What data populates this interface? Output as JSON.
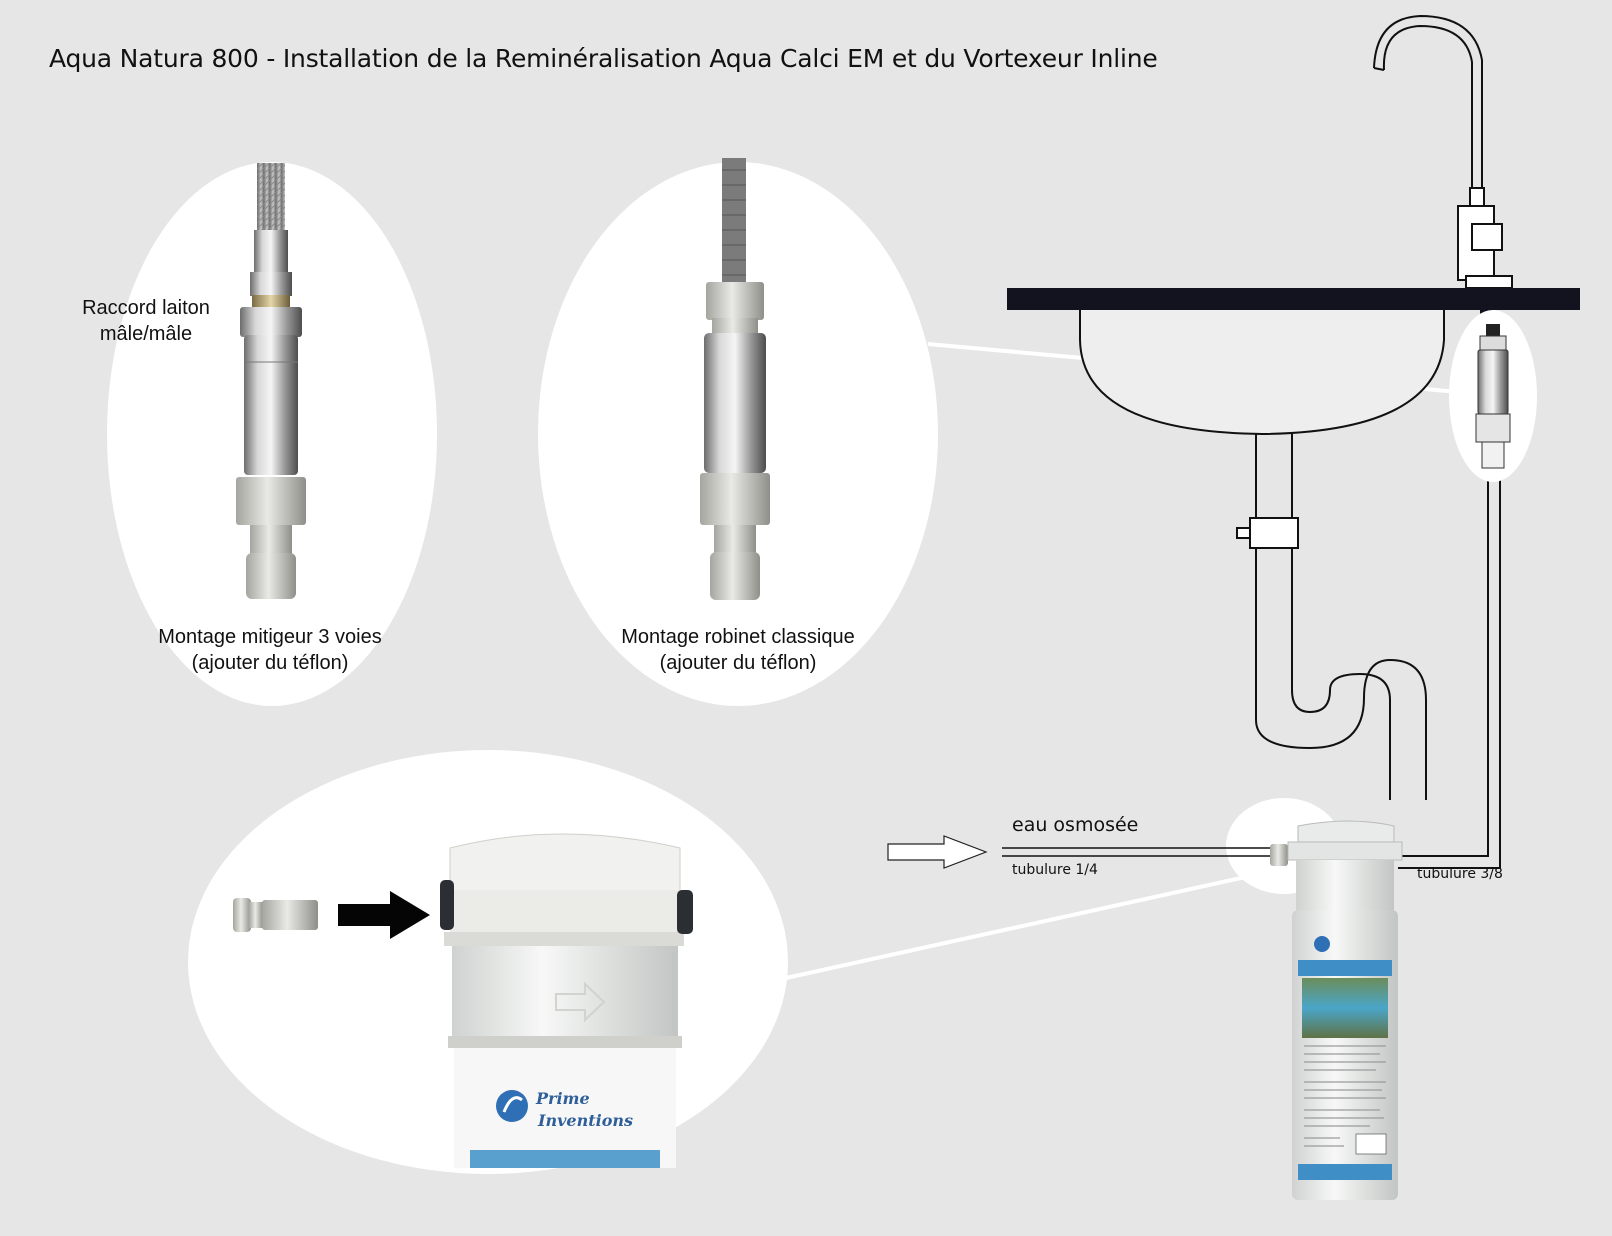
{
  "title": "Aqua Natura 800 - Installation de la Reminéralisation Aqua Calci EM et du Vortexeur Inline",
  "labels": {
    "raccord_line1": "Raccord laiton",
    "raccord_line2": "mâle/mâle",
    "mitigeur_line1": "Montage mitigeur 3 voies",
    "mitigeur_line2": "(ajouter du téflon)",
    "robinet_line1": "Montage robinet classique",
    "robinet_line2": "(ajouter du téflon)",
    "eau_osmosee": "eau osmosée",
    "tubulure_14": "tubulure 1/4",
    "tubulure_38": "tubulure 3/8"
  },
  "cartridge": {
    "brand_line1": "Prime",
    "brand_line2": "Inventions"
  },
  "colors": {
    "background": "#e6e6e6",
    "sink_top": "#131320",
    "outline": "#111111",
    "filter_body": "#f4f5f4",
    "filter_label_blue": "#3f8fc6"
  }
}
